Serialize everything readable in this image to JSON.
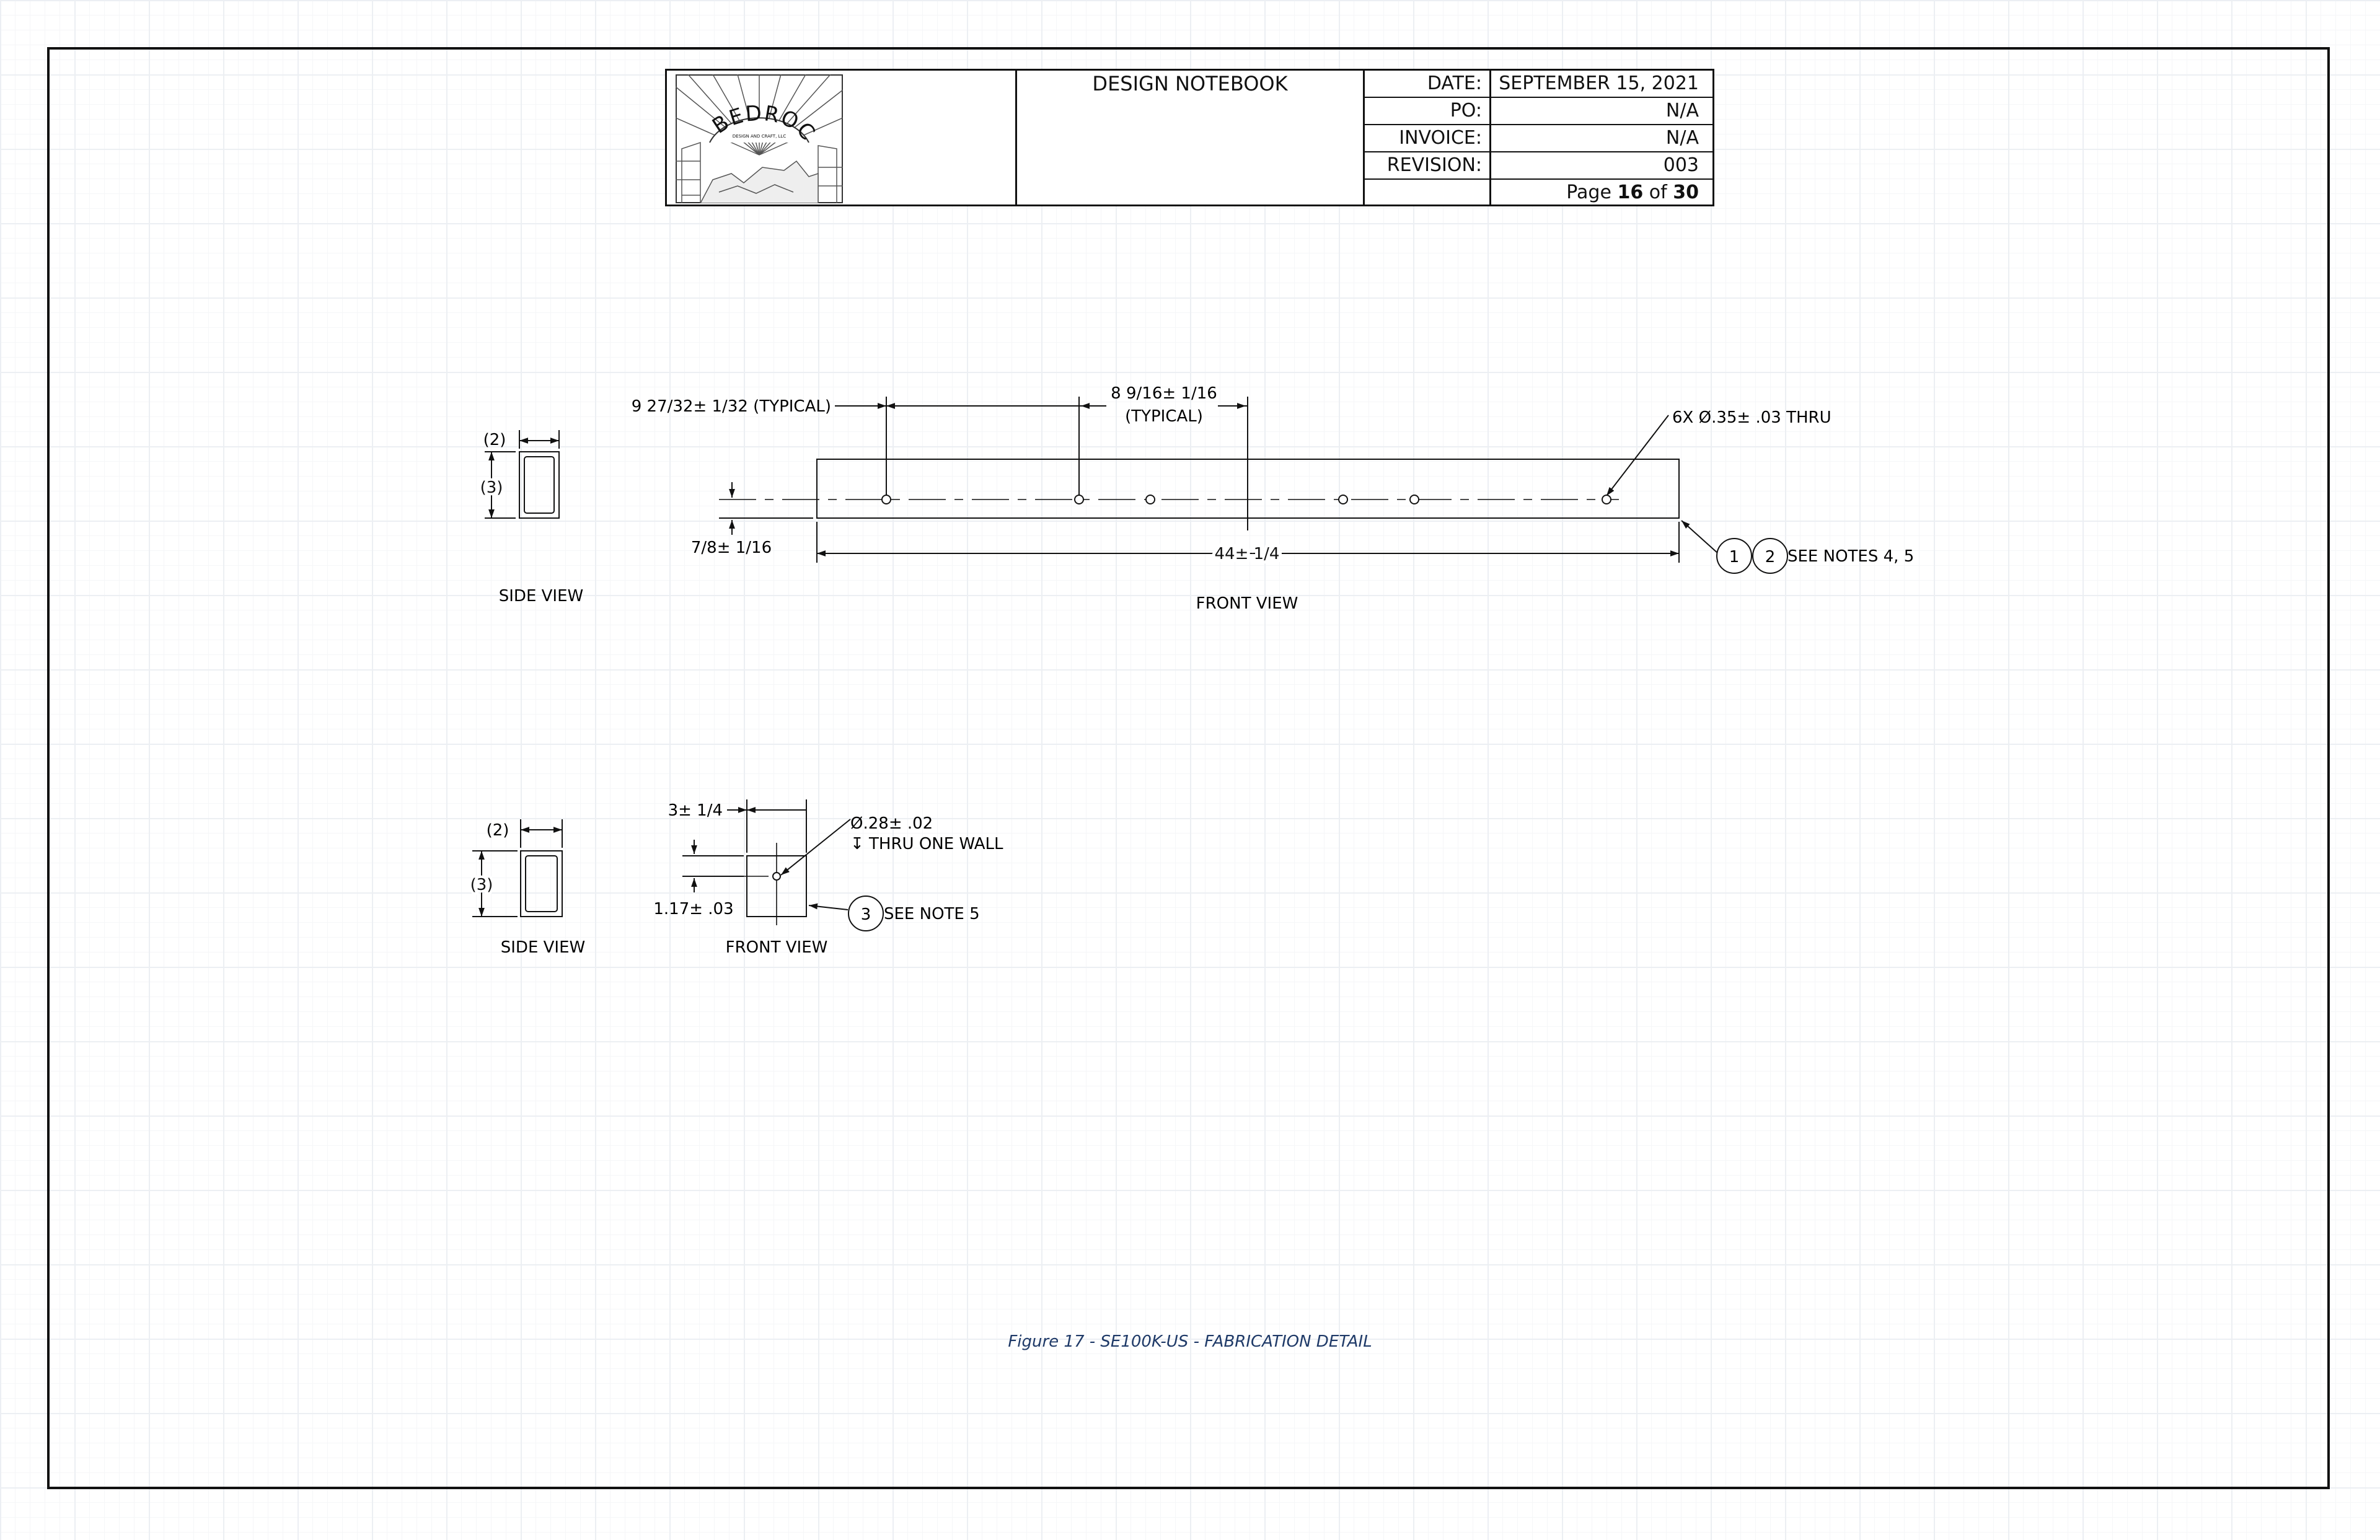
{
  "title_block": {
    "logo_text": "BEDROCK",
    "logo_subtext": "DESIGN AND CRAFT, LLC",
    "notebook_title": "DESIGN NOTEBOOK",
    "fields": [
      {
        "label": "DATE:",
        "value": "SEPTEMBER 15, 2021"
      },
      {
        "label": "PO:",
        "value": "N/A"
      },
      {
        "label": "INVOICE:",
        "value": "N/A"
      },
      {
        "label": "REVISION:",
        "value": "003"
      }
    ],
    "page_prefix": "Page",
    "page_current": "16",
    "page_of": "of",
    "page_total": "30"
  },
  "drawing_1": {
    "side_view_label": "SIDE VIEW",
    "front_view_label": "FRONT VIEW",
    "side_dim_width": "(2)",
    "side_dim_height": "(3)",
    "dim_edge_to_hole": "9 27/32± 1/32 (TYPICAL)",
    "dim_hole_spacing_line1": "8 9/16± 1/16",
    "dim_hole_spacing_line2": "(TYPICAL)",
    "dim_hole_height": "7/8± 1/16",
    "dim_length": "44± 1/4",
    "hole_callout": "6X Ø.35± .03 THRU",
    "balloon_1": "1",
    "balloon_2": "2",
    "notes_ref": "SEE NOTES 4, 5"
  },
  "drawing_2": {
    "side_view_label": "SIDE VIEW",
    "front_view_label": "FRONT VIEW",
    "side_dim_width": "(2)",
    "side_dim_height": "(3)",
    "dim_length": "3± 1/4",
    "dim_hole_height": "1.17± .03",
    "hole_callout_line1": "Ø.28± .02",
    "hole_callout_line2": "↧ THRU ONE WALL",
    "balloon_3": "3",
    "notes_ref": "SEE NOTE 5"
  },
  "caption": "Figure 17 - SE100K-US - FABRICATION DETAIL"
}
